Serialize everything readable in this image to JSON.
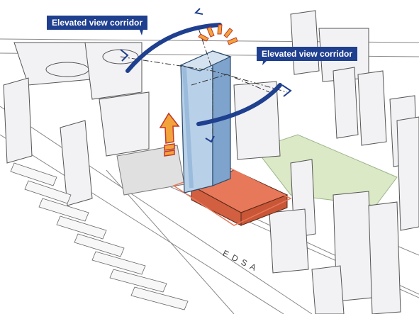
{
  "labels": {
    "corridor_left": "Elevated view corridor",
    "corridor_right": "Elevated view corridor",
    "road": "EDSA"
  },
  "colors": {
    "tower": "#9bbbdc",
    "tower_side": "#7ea3cc",
    "podium": "#e8785a",
    "podium_side": "#d15f40",
    "corridor_arc": "#1f3f8f",
    "label_bg": "#1f3f8f",
    "uplift_arrow": "#f2a33a",
    "green_area": "#dbe9c6",
    "building": "#f2f2f4",
    "outline": "#555555"
  },
  "icons": [
    "up-arrow-icon",
    "sunburst-icon",
    "corridor-arrow-icon"
  ]
}
